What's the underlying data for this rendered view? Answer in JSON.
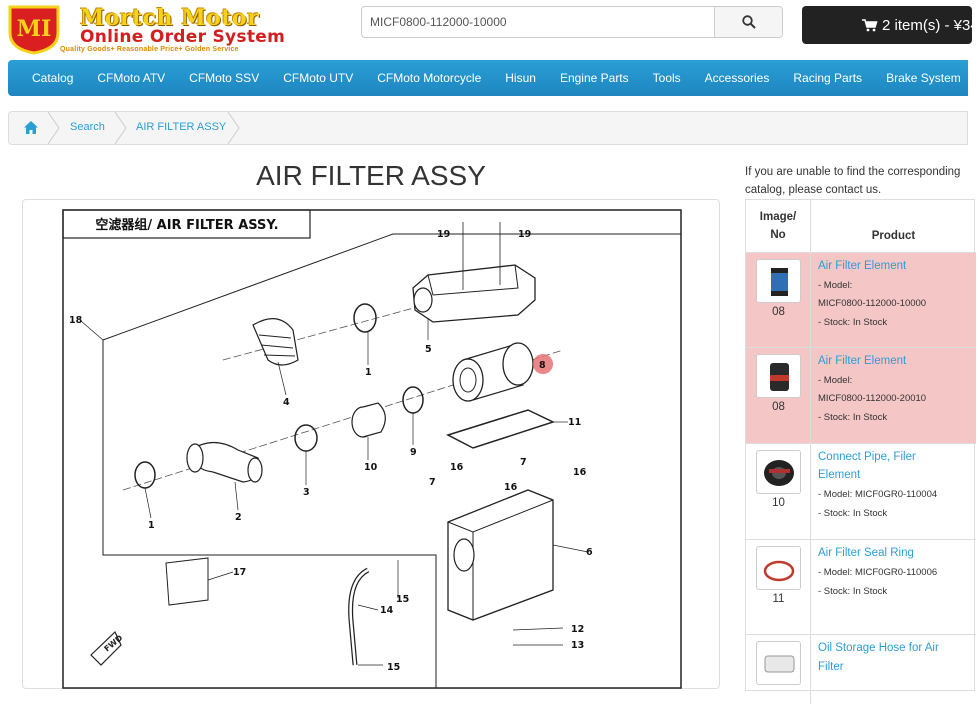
{
  "header": {
    "logo_badge": "MI",
    "logo_line1": "Mortch Motor",
    "logo_line2": "Online Order System",
    "logo_line3": "Quality Goods+ Reasonable Price+ Golden Service"
  },
  "search": {
    "value": "MICF0800-112000-10000",
    "icon": "search-icon"
  },
  "cart": {
    "label": "2 item(s) - ¥34",
    "icon": "cart-icon"
  },
  "nav": {
    "items": [
      "Catalog",
      "CFMoto ATV",
      "CFMoto SSV",
      "CFMoto UTV",
      "CFMoto Motorcycle",
      "Hisun",
      "Engine Parts",
      "Tools",
      "Accessories",
      "Racing Parts",
      "Brake System"
    ]
  },
  "breadcrumb": {
    "home_icon": "home-icon",
    "items": [
      "Search",
      "AIR FILTER ASSY"
    ]
  },
  "page_title": "AIR FILTER ASSY",
  "diagram": {
    "heading": "空滤器组/ AIR FILTER ASSY.",
    "callouts": [
      "19",
      "19",
      "18",
      "5",
      "1",
      "4",
      "9",
      "11",
      "10",
      "3",
      "16",
      "7",
      "16",
      "7",
      "16",
      "1",
      "2",
      "6",
      "17",
      "14",
      "15",
      "12",
      "13",
      "15",
      "8"
    ],
    "fwd_label": "FWD"
  },
  "contact_text": [
    "If you are unable to find the corresponding",
    "catalog, please contact us."
  ],
  "table": {
    "col_image": [
      "Image/",
      "No"
    ],
    "col_product": "Product",
    "model_label": "- Model:",
    "stock_label": "- Stock:",
    "rows": [
      {
        "no": "08",
        "name": [
          "Air Filter Element"
        ],
        "model": "MICF0800-112000-10000",
        "stock": "In Stock",
        "highlight": true
      },
      {
        "no": "08",
        "name": [
          "Air Filter Element"
        ],
        "model": "MICF0800-112000-20010",
        "stock": "In Stock",
        "highlight": true
      },
      {
        "no": "10",
        "name": [
          "Connect Pipe, Filer",
          "Element"
        ],
        "model": "MICF0GR0-110004",
        "stock": "In Stock",
        "highlight": false
      },
      {
        "no": "11",
        "name": [
          "Air Filter Seal Ring"
        ],
        "model": "MICF0GR0-110006",
        "stock": "In Stock",
        "highlight": false
      },
      {
        "no": "",
        "name": [
          "Oil Storage Hose for Air",
          "Filter"
        ],
        "model": "",
        "stock": "",
        "highlight": false
      }
    ]
  }
}
